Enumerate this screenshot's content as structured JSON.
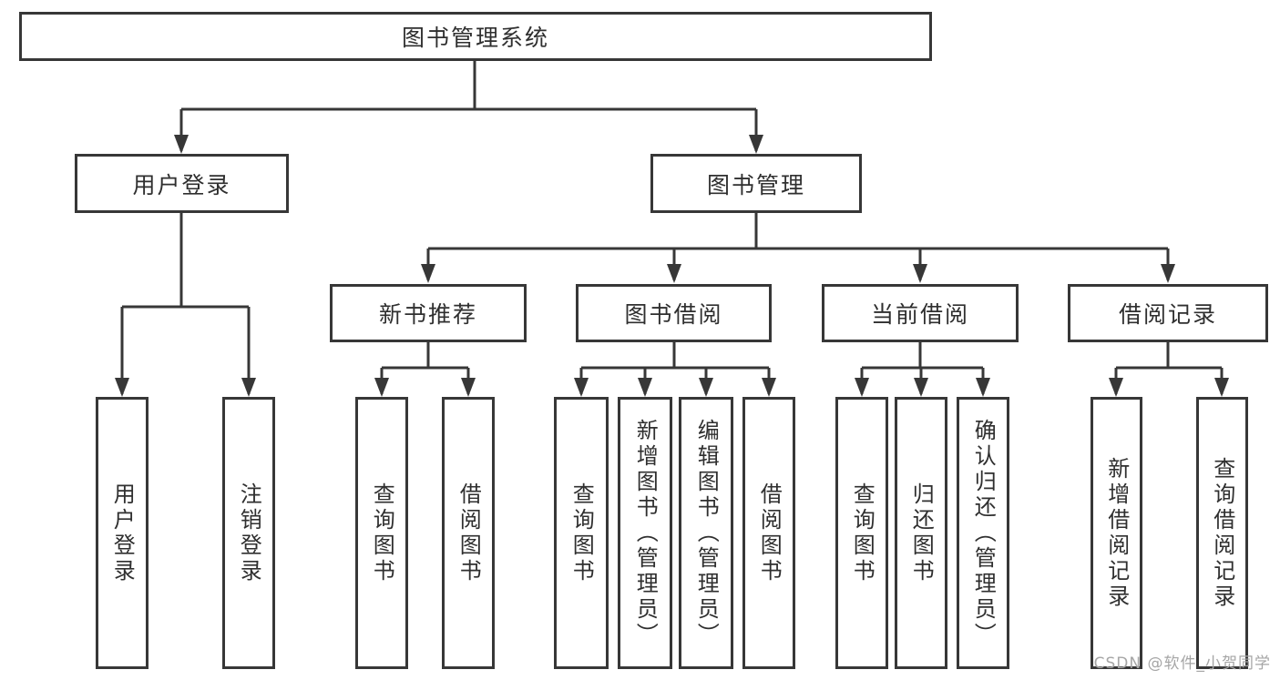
{
  "colors": {
    "line": "#373737",
    "text": "#2f2f2f",
    "watermark": "#a6a6a6",
    "bg": "#ffffff"
  },
  "watermark": {
    "text": "CSDN @软件_小贺同学"
  },
  "nodes": {
    "root": {
      "label": "图书管理系统"
    },
    "level2": [
      {
        "label": "用户登录"
      },
      {
        "label": "图书管理"
      }
    ],
    "level3": [
      {
        "label": "新书推荐",
        "parent": "图书管理"
      },
      {
        "label": "图书借阅",
        "parent": "图书管理"
      },
      {
        "label": "当前借阅",
        "parent": "图书管理"
      },
      {
        "label": "借阅记录",
        "parent": "图书管理"
      }
    ],
    "leaves": [
      {
        "label": "用户登录",
        "parent": "用户登录"
      },
      {
        "label": "注销登录",
        "parent": "用户登录"
      },
      {
        "label": "查询图书",
        "parent": "新书推荐"
      },
      {
        "label": "借阅图书",
        "parent": "新书推荐"
      },
      {
        "label": "查询图书",
        "parent": "图书借阅"
      },
      {
        "label": "新增图书（管理员）",
        "parent": "图书借阅"
      },
      {
        "label": "编辑图书（管理员）",
        "parent": "图书借阅"
      },
      {
        "label": "借阅图书",
        "parent": "图书借阅"
      },
      {
        "label": "查询图书",
        "parent": "当前借阅"
      },
      {
        "label": "归还图书",
        "parent": "当前借阅"
      },
      {
        "label": "确认归还（管理员）",
        "parent": "当前借阅"
      },
      {
        "label": "新增借阅记录",
        "parent": "借阅记录"
      },
      {
        "label": "查询借阅记录",
        "parent": "借阅记录"
      }
    ]
  }
}
